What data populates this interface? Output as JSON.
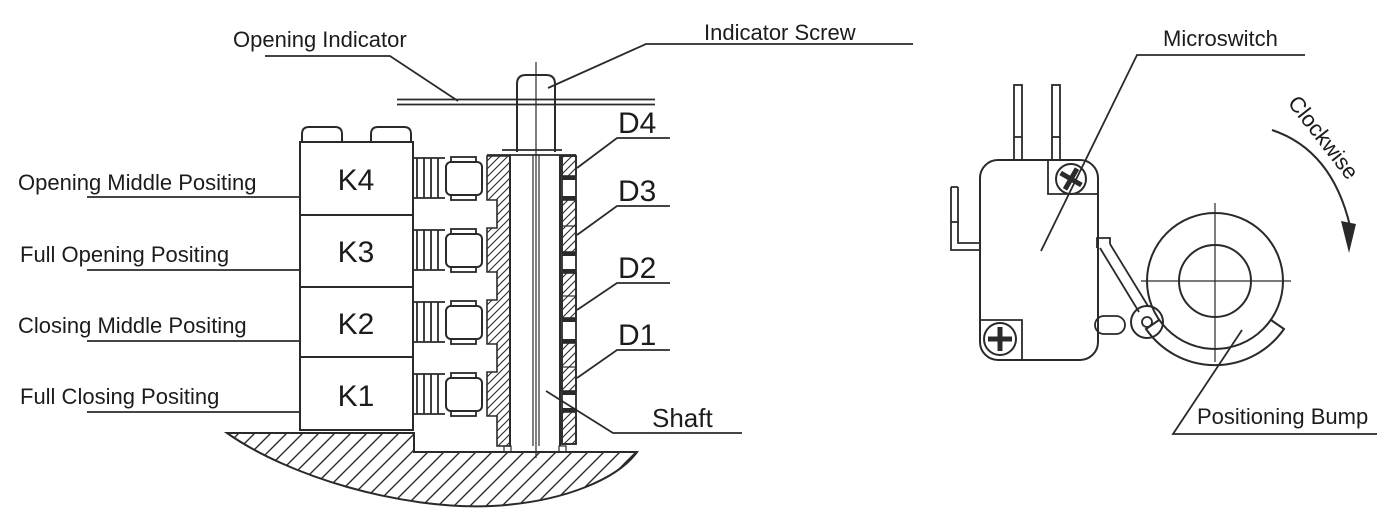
{
  "figure_type": "technical-diagram",
  "line_color": "#2a2a2a",
  "left_figure": {
    "title_labels": {
      "opening_indicator": "Opening Indicator",
      "indicator_screw": "Indicator Screw"
    },
    "position_rows": [
      {
        "label": "Opening Middle Positing",
        "switch": "K4"
      },
      {
        "label": "Full Opening Positing",
        "switch": "K3"
      },
      {
        "label": "Closing Middle Positing",
        "switch": "K2"
      },
      {
        "label": "Full Closing Positing",
        "switch": "K1"
      }
    ],
    "cam_labels": {
      "d4": "D4",
      "d3": "D3",
      "d2": "D2",
      "d1": "D1"
    },
    "shaft_label": "Shaft"
  },
  "right_figure": {
    "microswitch_label": "Microswitch",
    "rotation_label": "Clockwise",
    "bump_label": "Positioning Bump"
  }
}
